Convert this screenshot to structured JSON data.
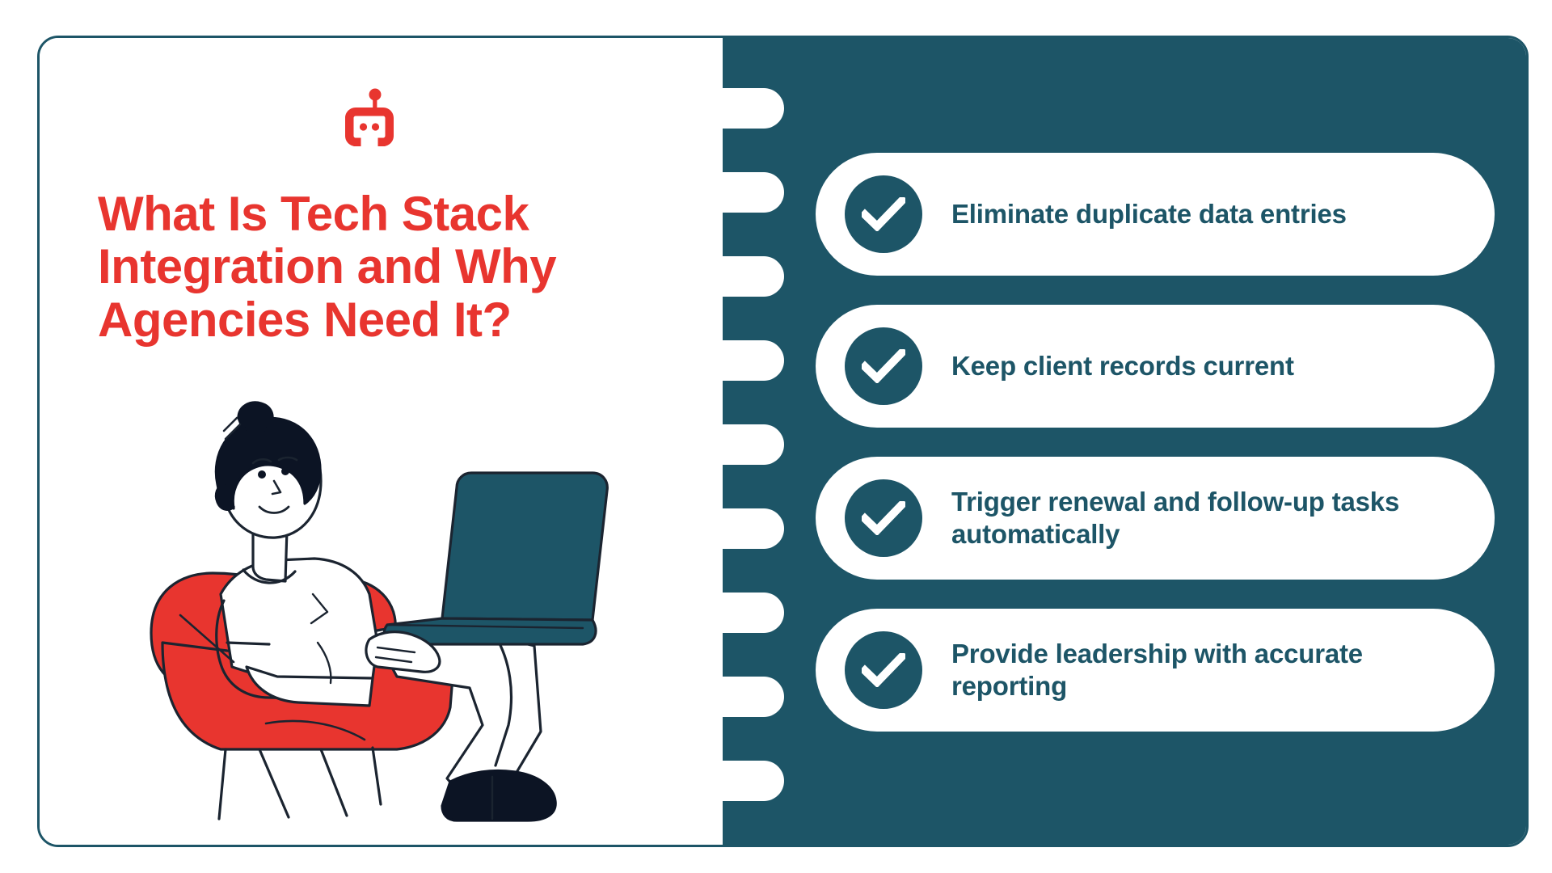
{
  "theme": {
    "accent_red": "#E8352F",
    "teal": "#1D5567",
    "white": "#FFFFFF",
    "ink": "#101828"
  },
  "left": {
    "icon_name": "robot-icon",
    "headline": "What Is Tech Stack Integration and Why Agencies Need It?",
    "headline_lines": [
      "What Is Tech Stack",
      "Integration and Why",
      "Agencies Need It?"
    ],
    "illustration_name": "person-sitting-in-armchair-with-laptop-illustration",
    "illustration_alt": "Person with hair bun relaxing in a red armchair using a teal laptop"
  },
  "right": {
    "notch_count": 9,
    "benefits": [
      {
        "icon": "check-circle-icon",
        "label": "Eliminate duplicate data entries",
        "lines": [
          "Eliminate duplicate data entries"
        ]
      },
      {
        "icon": "check-circle-icon",
        "label": "Keep client records current",
        "lines": [
          "Keep client records current"
        ]
      },
      {
        "icon": "check-circle-icon",
        "label": "Trigger renewal and follow-up tasks automatically",
        "lines": [
          "Trigger renewal and follow-up",
          "tasks automatically"
        ]
      },
      {
        "icon": "check-circle-icon",
        "label": "Provide leadership with accurate reporting",
        "lines": [
          "Provide leadership with",
          "accurate reporting"
        ]
      }
    ]
  }
}
